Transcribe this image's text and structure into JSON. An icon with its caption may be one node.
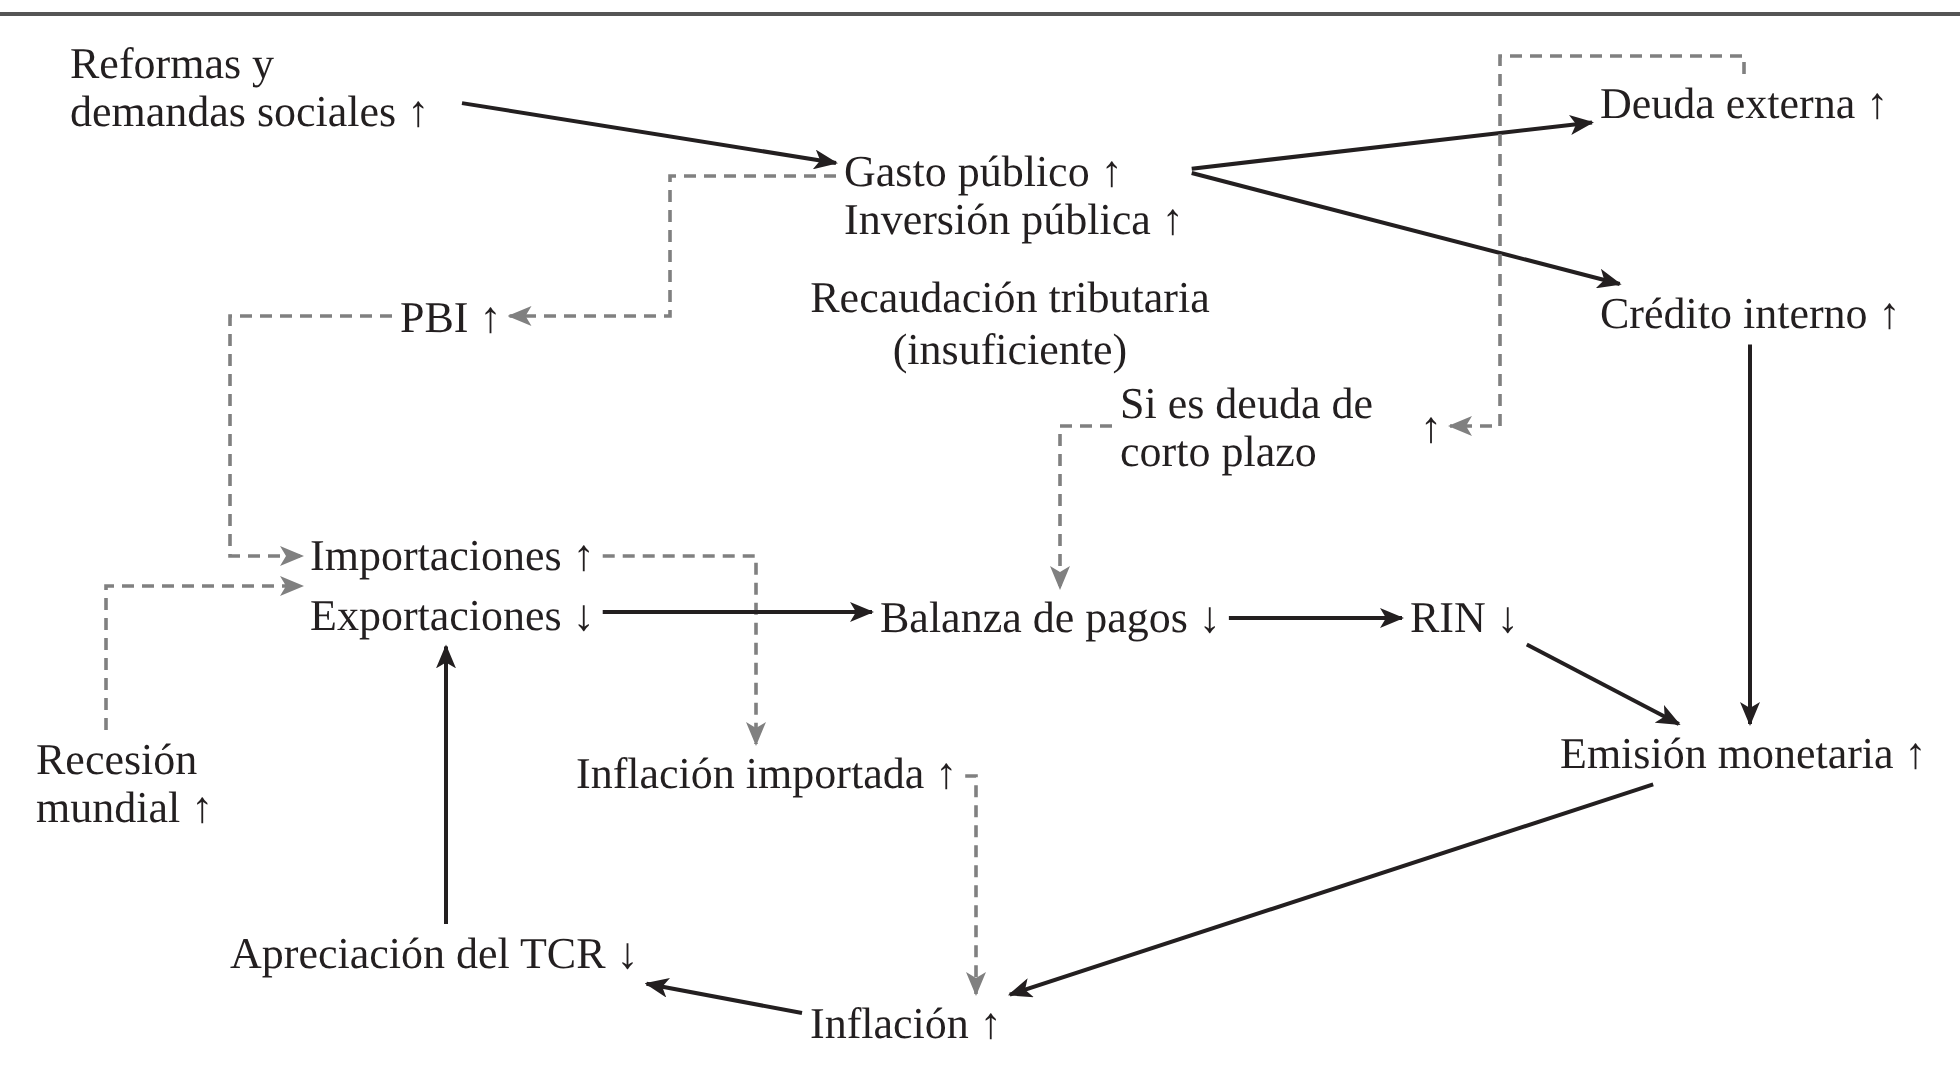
{
  "diagram": {
    "nodes": [
      {
        "text": [
          "Reformas y demandas sociales ↑"
        ]
      },
      {
        "text": [
          "Gasto público ↑",
          "Inversión pública ↑"
        ]
      },
      {
        "text": [
          "Deuda externa ↑"
        ]
      },
      {
        "text": [
          "PBI ↑"
        ]
      },
      {
        "text": [
          "Crédito interno ↑"
        ]
      },
      {
        "text": [
          "Si es deuda de corto plazo",
          "↑"
        ]
      },
      {
        "text": [
          "Importaciones ↑"
        ]
      },
      {
        "text": [
          "Exportaciones ↓"
        ]
      },
      {
        "text": [
          "Balanza de pagos ↓"
        ]
      },
      {
        "text": [
          "RIN ↓"
        ]
      },
      {
        "text": [
          "Recesión mundial ↑"
        ]
      },
      {
        "text": [
          "Inflación importada ↑"
        ]
      },
      {
        "text": [
          "Emisión monetaria ↑"
        ]
      },
      {
        "text": [
          "Apreciación del TCR ↓"
        ]
      },
      {
        "text": [
          "Inflación ↑"
        ]
      }
    ],
    "edges": [
      {
        "from": 0,
        "to": 1,
        "arrow": "to"
      },
      {
        "from": 1,
        "to": 2,
        "arrow": "to"
      },
      {
        "from": 1,
        "to": 4,
        "arrow": "to"
      },
      {
        "from": 1,
        "to": 3,
        "arrow": "to",
        "style": "dashed",
        "color": "#808080"
      },
      {
        "from": 2,
        "to": 5,
        "arrow": "to",
        "style": "dashed",
        "color": "#808080"
      },
      {
        "from": 5,
        "to": 8,
        "arrow": "to",
        "style": "dashed",
        "color": "#808080"
      },
      {
        "from": 3,
        "to": 6,
        "arrow": "to",
        "style": "dashed",
        "color": "#808080"
      },
      {
        "from": 6,
        "to": 11,
        "arrow": "to",
        "style": "dashed",
        "color": "#808080"
      },
      {
        "from": 7,
        "to": 8,
        "arrow": "to"
      },
      {
        "from": 8,
        "to": 9,
        "arrow": "to"
      },
      {
        "from": 9,
        "to": 12,
        "arrow": "to"
      },
      {
        "from": 4,
        "to": 12,
        "arrow": "to"
      },
      {
        "from": 12,
        "to": 14,
        "arrow": "to"
      },
      {
        "from": 14,
        "to": 13,
        "arrow": "to"
      },
      {
        "from": 13,
        "to": 7,
        "arrow": "to"
      },
      {
        "from": 10,
        "to": 7,
        "arrow": "to",
        "style": "dashed",
        "color": "#808080"
      },
      {
        "from": 11,
        "to": 14,
        "arrow": "to",
        "style": "dashed",
        "color": "#808080"
      }
    ],
    "labels": [
      "Recaudación tributaria (insuficiente)"
    ]
  }
}
